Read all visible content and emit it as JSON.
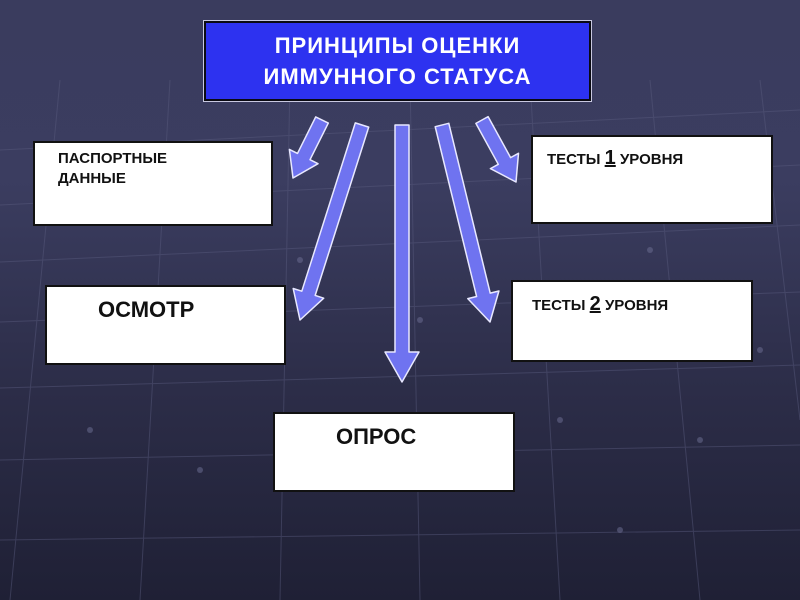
{
  "title": {
    "line1": "ПРИНЦИПЫ  ОЦЕНКИ",
    "line2": "ИММУННОГО  СТАТУСА"
  },
  "boxes": {
    "passport": {
      "line1": "ПАСПОРТНЫЕ",
      "line2": "ДАННЫЕ"
    },
    "tests1": {
      "prefix": "ТЕСТЫ ",
      "number": "1",
      "suffix": " УРОВНЯ"
    },
    "osmotr": {
      "label": "ОСМОТР"
    },
    "tests2": {
      "prefix": "ТЕСТЫ ",
      "number": "2",
      "suffix": " УРОВНЯ"
    },
    "opros": {
      "label": "ОПРОС"
    }
  },
  "colors": {
    "title_fill": "#2d32f0",
    "arrow_fill": "#6f73f0",
    "arrow_stroke": "#e8e8ff"
  }
}
